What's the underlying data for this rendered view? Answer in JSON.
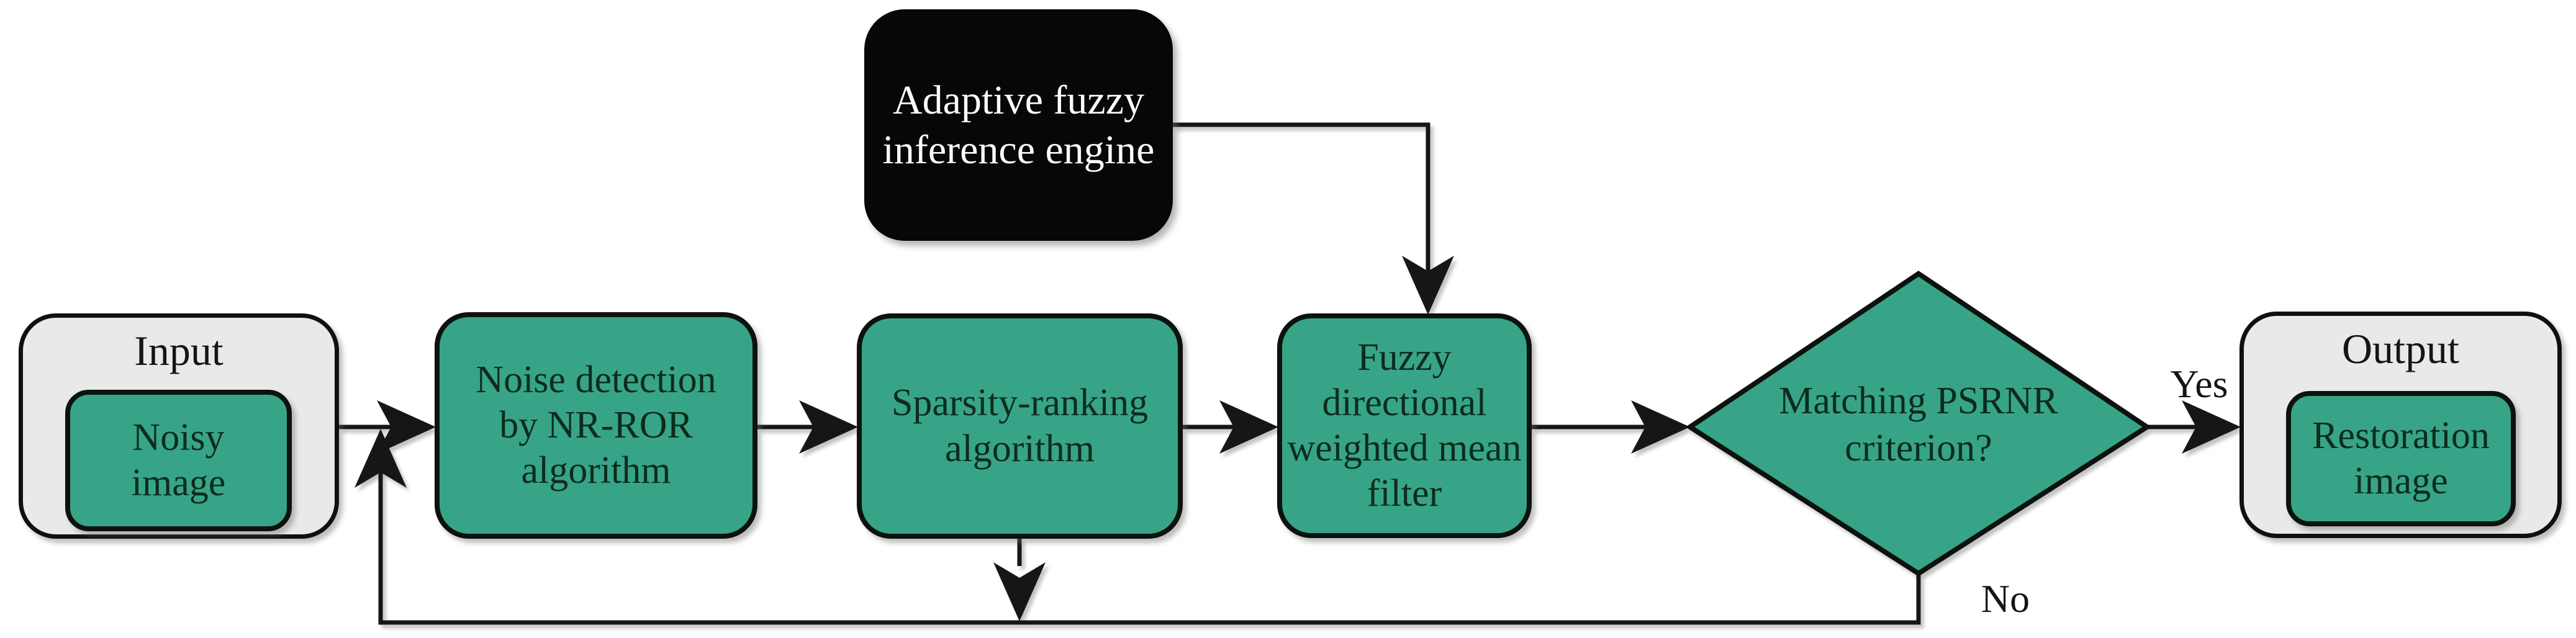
{
  "palette": {
    "node_green": "#37a487",
    "container_gray": "#e9e9e9",
    "engine_black": "#070707",
    "line_black": "#161616",
    "node_text_dark_green": "#0c2c1d",
    "engine_text_white": "#fbfbfb"
  },
  "nodes": {
    "engine": {
      "label": "Adaptive fuzzy inference engine",
      "lines": [
        "Adaptive fuzzy",
        "inference engine"
      ]
    },
    "input": {
      "title": "Input",
      "image_label": "Noisy image",
      "image_lines": [
        "Noisy",
        "image"
      ]
    },
    "noise_detection": {
      "label": "Noise detection by NR-ROR algorithm",
      "lines": [
        "Noise detection",
        "by NR-ROR",
        "algorithm"
      ]
    },
    "sparsity": {
      "label": "Sparsity-ranking algorithm",
      "lines": [
        "Sparsity-ranking",
        "algorithm"
      ]
    },
    "filter": {
      "label": "Fuzzy directional weighted mean filter",
      "lines": [
        "Fuzzy",
        "directional",
        "weighted mean",
        "filter"
      ]
    },
    "decision": {
      "label": "Matching PSRNR criterion?",
      "lines": [
        "Matching PSRNR",
        "criterion?"
      ]
    },
    "output": {
      "title": "Output",
      "image_label": "Restoration image",
      "image_lines": [
        "Restoration",
        "image"
      ]
    }
  },
  "edges": {
    "yes_label": "Yes",
    "no_label": "No"
  }
}
